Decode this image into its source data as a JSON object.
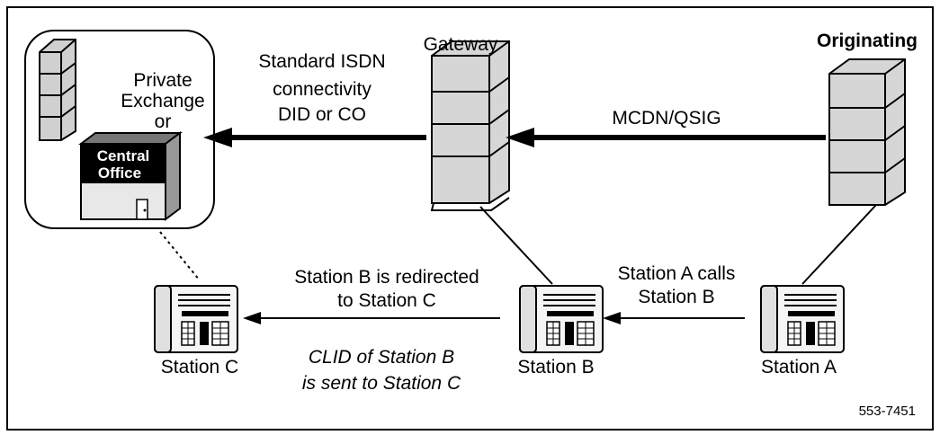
{
  "labels": {
    "gateway": "Gateway",
    "originating": "Originating",
    "private_exchange": [
      "Private",
      "Exchange",
      "or"
    ],
    "central_office": [
      "Central",
      "Office"
    ],
    "isdn": [
      "Standard  ISDN",
      "connectivity",
      "DID or CO"
    ],
    "mcdn": "MCDN/QSIG",
    "redirect": [
      "Station B is redirected",
      "to Station C"
    ],
    "a_calls": [
      "Station A calls",
      "Station B"
    ],
    "clid": [
      "CLID of Station  B",
      "is sent to Station C"
    ],
    "station_a": "Station A",
    "station_b": "Station B",
    "station_c": "Station C",
    "figure_id": "553-7451"
  },
  "icons": {
    "switch": "telephone-switch-cabinet-icon",
    "building": "central-office-building-icon",
    "phone": "desk-telephone-icon"
  },
  "colors": {
    "ink": "#000000",
    "fill_light": "#f2f2f2",
    "fill_mid": "#d9d9d9",
    "fill_dark": "#8c8c8c",
    "background": "#ffffff"
  }
}
